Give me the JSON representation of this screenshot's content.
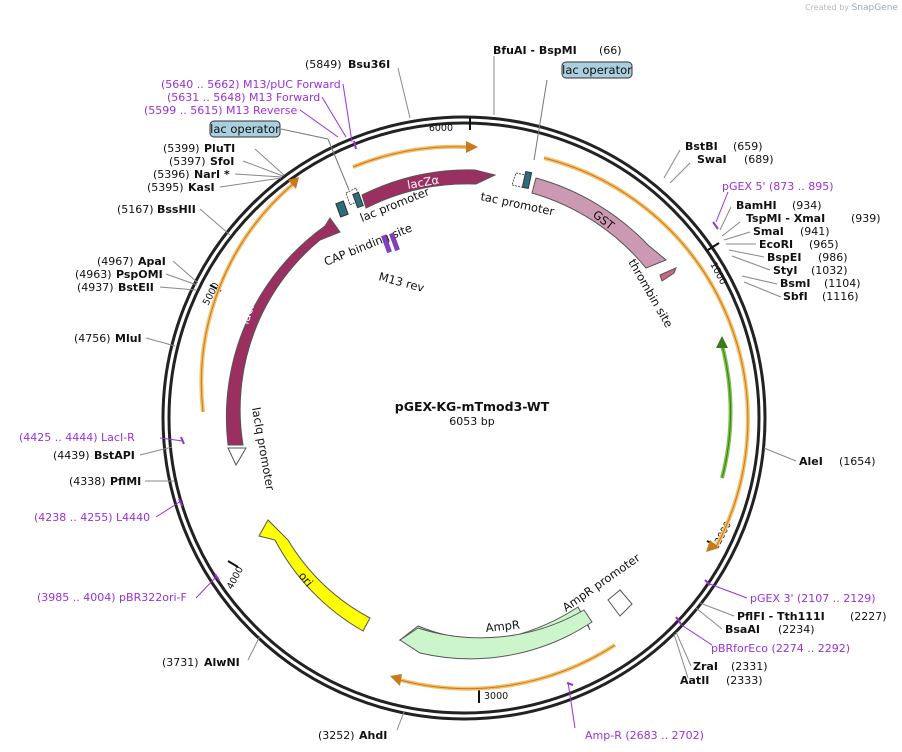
{
  "app": {
    "credit_prefix": "Created by",
    "credit_brand": "SnapGene"
  },
  "plasmid": {
    "name": "pGEX-KG-mTmod3-WT",
    "size_label": "6053 bp",
    "length": 6053
  },
  "ticks": [
    {
      "pos": 1000,
      "label": "1000"
    },
    {
      "pos": 2000,
      "label": "2000"
    },
    {
      "pos": 3000,
      "label": "3000"
    },
    {
      "pos": 4000,
      "label": "4000"
    },
    {
      "pos": 5000,
      "label": "5000"
    },
    {
      "pos": 6000,
      "label": "6000"
    }
  ],
  "features": [
    {
      "name": "lacZα",
      "label": "lacZα",
      "color": "#9b3060"
    },
    {
      "name": "tac promoter",
      "label": "tac promoter",
      "color": "#ffffff"
    },
    {
      "name": "GST",
      "label": "GST",
      "color": "#cc99b3"
    },
    {
      "name": "thrombin site",
      "label": "thrombin site",
      "color": "#cc6680"
    },
    {
      "name": "AmpR promoter",
      "label": "AmpR promoter",
      "color": "#ffffff"
    },
    {
      "name": "AmpR",
      "label": "AmpR",
      "color": "#ccf5cc"
    },
    {
      "name": "ori",
      "label": "ori",
      "color": "#ffff00"
    },
    {
      "name": "lacIq promoter",
      "label": "lacIq promoter",
      "color": "#ffffff"
    },
    {
      "name": "lacI",
      "label": "lacI",
      "color": "#9b3060"
    },
    {
      "name": "CAP binding site",
      "label": "CAP binding site",
      "color": "#2d6e7e"
    },
    {
      "name": "lac promoter",
      "label": "lac promoter",
      "color": "#ffffff"
    },
    {
      "name": "M13 rev",
      "label": "M13 rev",
      "color": "#7f3fbf"
    },
    {
      "name": "lac operator",
      "label": "lac operator",
      "color": "#aacfdf"
    }
  ],
  "sites": [
    {
      "pos": "(5849)",
      "name": "Bsu36I"
    },
    {
      "pos": "(66)",
      "name": "BfuAI - BspMI"
    },
    {
      "pos": "(659)",
      "name": "BstBI"
    },
    {
      "pos": "(689)",
      "name": "SwaI"
    },
    {
      "pos": "(934)",
      "name": "BamHI"
    },
    {
      "pos": "(939)",
      "name": "TspMI - XmaI"
    },
    {
      "pos": "(941)",
      "name": "SmaI"
    },
    {
      "pos": "(965)",
      "name": "EcoRI"
    },
    {
      "pos": "(986)",
      "name": "BspEI"
    },
    {
      "pos": "(1032)",
      "name": "StyI"
    },
    {
      "pos": "(1104)",
      "name": "BsmI"
    },
    {
      "pos": "(1116)",
      "name": "SbfI"
    },
    {
      "pos": "(1654)",
      "name": "AleI"
    },
    {
      "pos": "(2227)",
      "name": "PflFI - Tth111I"
    },
    {
      "pos": "(2234)",
      "name": "BsaAI"
    },
    {
      "pos": "(2331)",
      "name": "ZraI"
    },
    {
      "pos": "(2333)",
      "name": "AatII"
    },
    {
      "pos": "(3252)",
      "name": "AhdI"
    },
    {
      "pos": "(3731)",
      "name": "AlwNI"
    },
    {
      "pos": "(4338)",
      "name": "PflMI"
    },
    {
      "pos": "(4439)",
      "name": "BstAPI"
    },
    {
      "pos": "(4756)",
      "name": "MluI"
    },
    {
      "pos": "(4937)",
      "name": "BstEII"
    },
    {
      "pos": "(4963)",
      "name": "PspOMI"
    },
    {
      "pos": "(4967)",
      "name": "ApaI"
    },
    {
      "pos": "(5167)",
      "name": "BssHII"
    },
    {
      "pos": "(5395)",
      "name": "KasI"
    },
    {
      "pos": "(5396)",
      "name": "NarI *"
    },
    {
      "pos": "(5397)",
      "name": "SfoI"
    },
    {
      "pos": "(5399)",
      "name": "PluTI"
    }
  ],
  "primers": [
    {
      "text": "(5640 .. 5662)  M13/pUC Forward"
    },
    {
      "text": "(5631 .. 5648)  M13 Forward"
    },
    {
      "text": "(5599 .. 5615)  M13 Reverse"
    },
    {
      "text": "pGEX 5'   (873 .. 895)"
    },
    {
      "text": "pGEX 3'   (2107 .. 2129)"
    },
    {
      "text": "pBRforEco   (2274 .. 2292)"
    },
    {
      "text": "Amp-R   (2683 .. 2702)"
    },
    {
      "text": "(3985 .. 4004)  pBR322ori-F"
    },
    {
      "text": "(4238 .. 4255)  L4440"
    },
    {
      "text": "(4425 .. 4444)  LacI-R"
    }
  ],
  "boxes": [
    {
      "label": "lac operator"
    },
    {
      "label": "lac operator"
    }
  ]
}
